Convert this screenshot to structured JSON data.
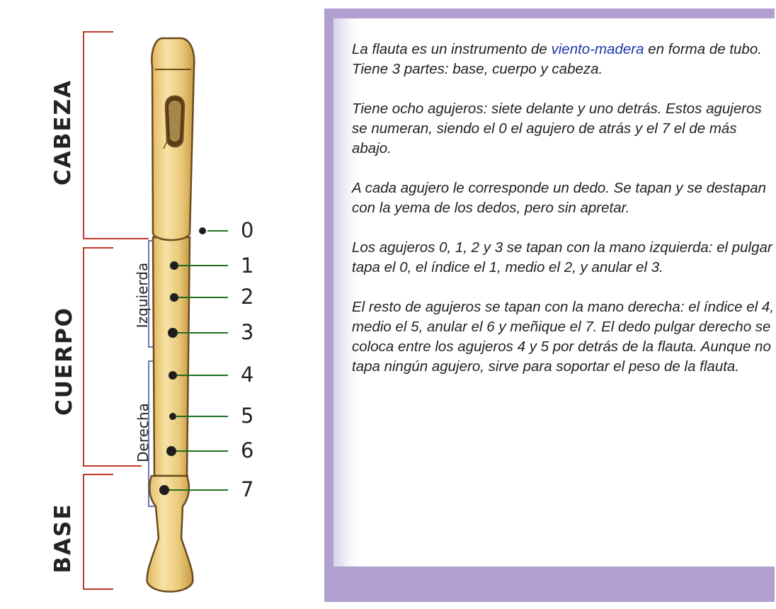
{
  "diagram": {
    "sections": [
      "CABEZA",
      "CUERPO",
      "BASE"
    ],
    "hands": [
      "Izquierda",
      "Derecha"
    ],
    "holes": [
      "0",
      "1",
      "2",
      "3",
      "4",
      "5",
      "6",
      "7"
    ]
  },
  "description": {
    "p1_before": "La flauta es un instrumento de ",
    "p1_link": "viento-madera",
    "p1_after": " en forma de tubo. Tiene 3 partes: base, cuerpo y cabeza.",
    "p2": "Tiene ocho agujeros: siete delante y uno detrás. Estos agujeros se numeran, siendo el 0 el agujero de atrás y el 7 el de más abajo.",
    "p3": "A cada agujero le corresponde un dedo. Se tapan y se destapan con la yema de los dedos, pero sin apretar.",
    "p4": "Los agujeros 0, 1, 2 y 3 se tapan con la mano izquierda: el pulgar tapa el 0, el índice el 1, medio el 2, y anular el 3.",
    "p5": "El resto de agujeros se tapan con la mano derecha: el índice el 4, medio el 5, anular el 6 y meñique el 7. El dedo pulgar derecho se coloca entre los agujeros 4 y 5 por detrás de la flauta. Aunque no tapa ningún agujero, sirve para soportar el peso de la flauta."
  }
}
